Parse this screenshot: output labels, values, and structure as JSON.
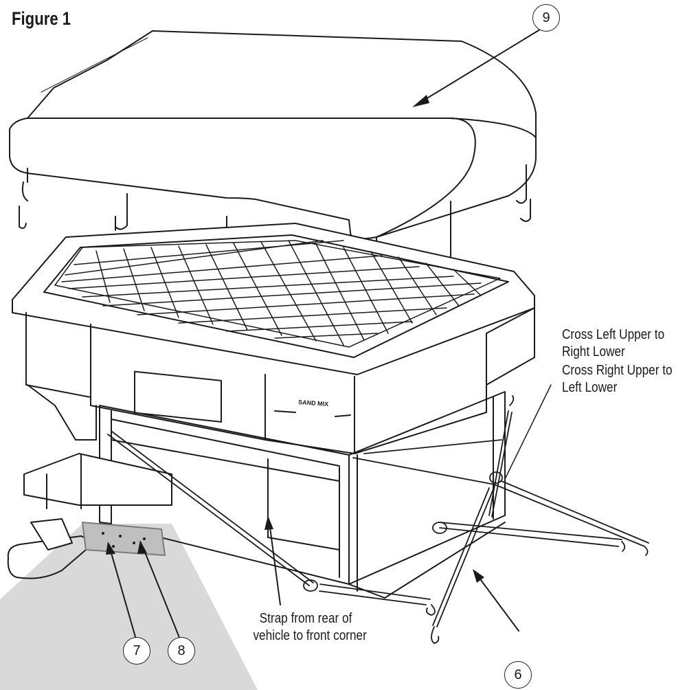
{
  "figure": {
    "title": "Figure 1",
    "hopper_label": "SAND MIX"
  },
  "callouts": [
    {
      "id": "9",
      "label": "9"
    },
    {
      "id": "7",
      "label": "7"
    },
    {
      "id": "8",
      "label": "8"
    },
    {
      "id": "6",
      "label": "6"
    }
  ],
  "annotations": {
    "cross_left": "Cross Left Upper to\nRight Lower",
    "cross_right": "Cross Right Upper to\nLeft Lower",
    "strap_rear": "Strap from rear of\nvehicle to front corner"
  },
  "colors": {
    "line": "#1a1a1a",
    "shadow": "#d9d9d9",
    "bracket": "#bfbfbf"
  }
}
